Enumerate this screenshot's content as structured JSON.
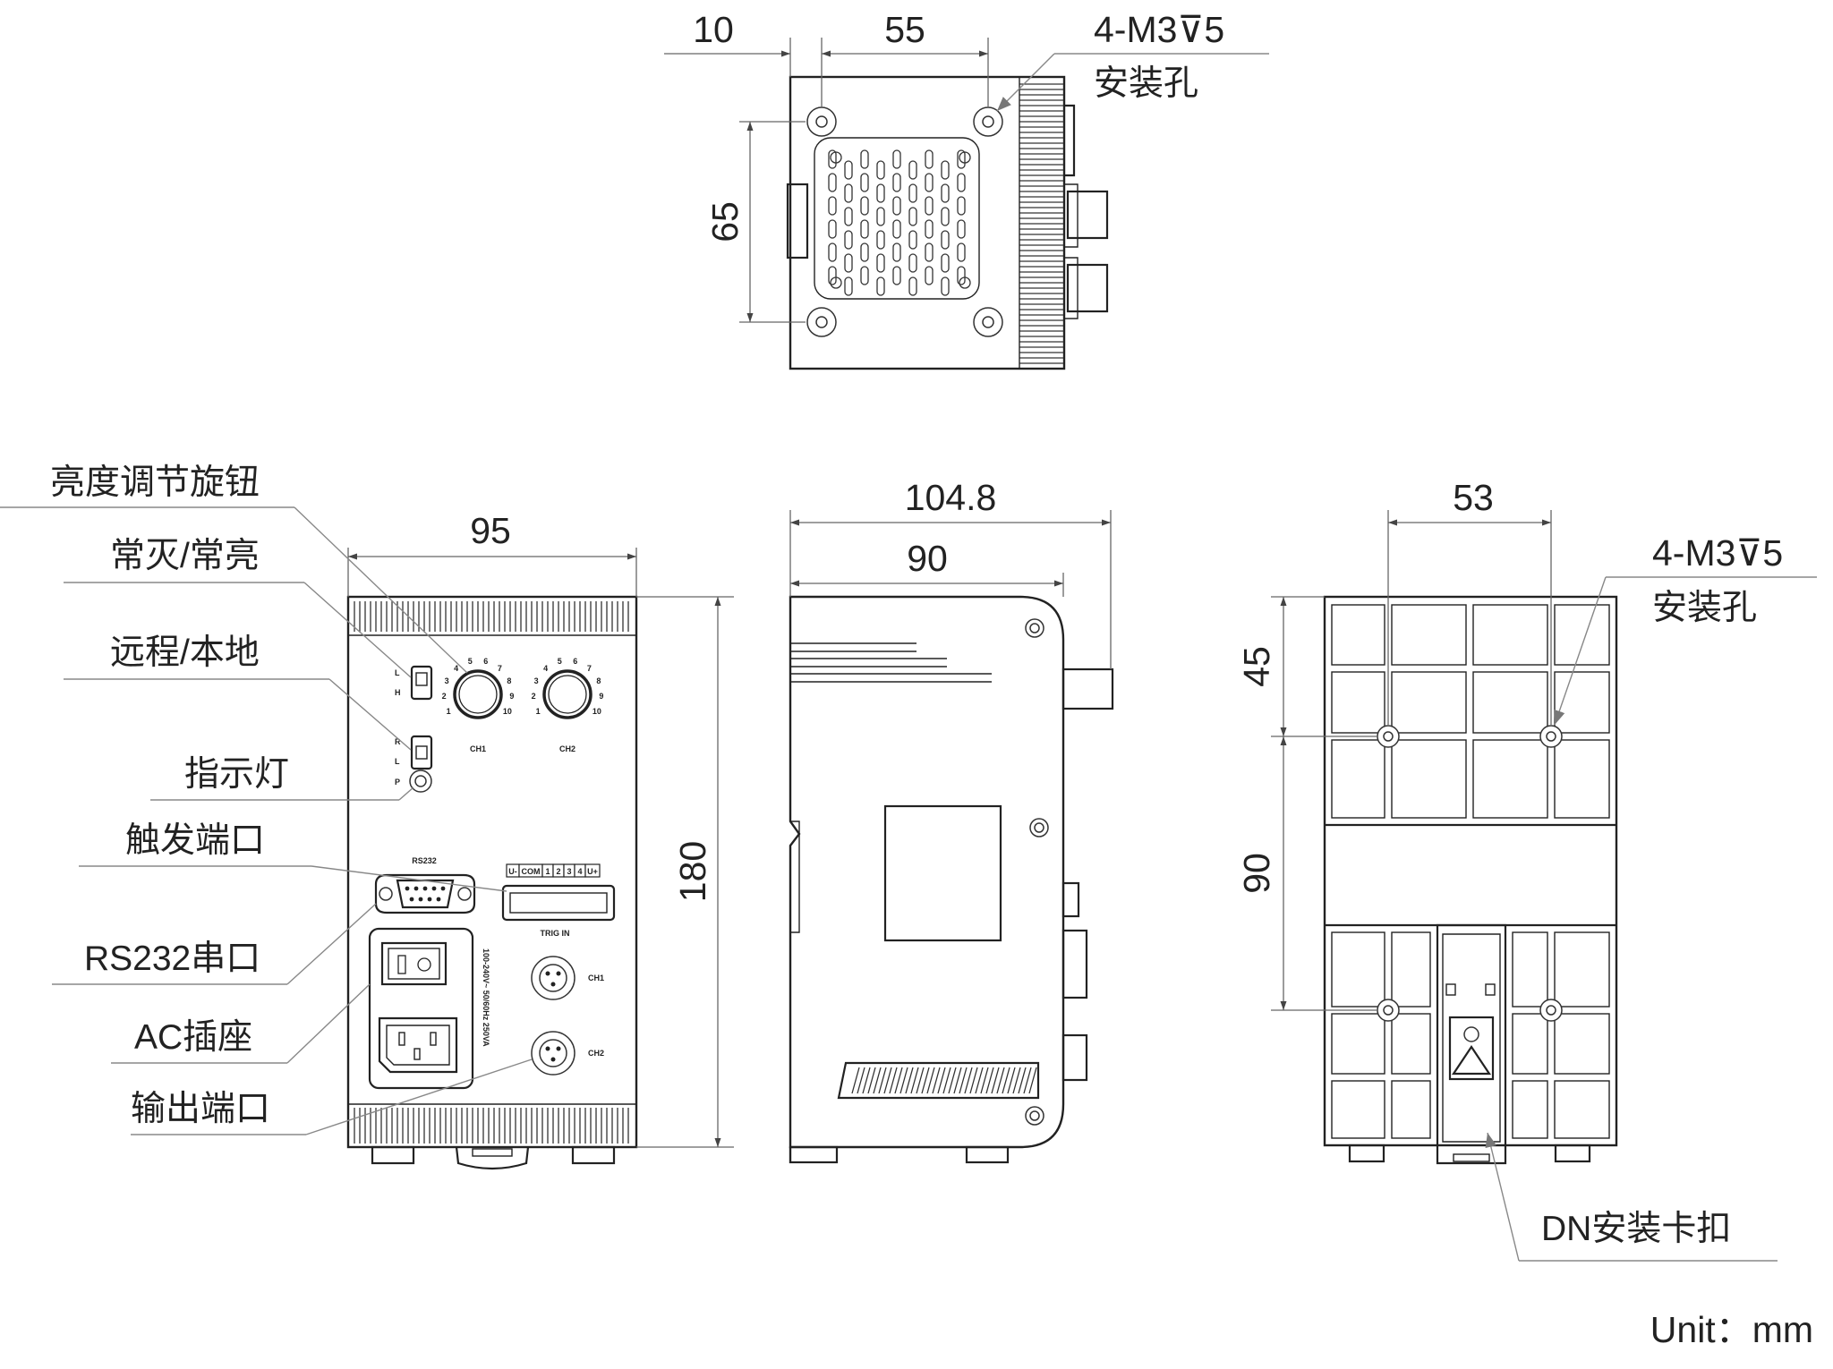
{
  "top_view": {
    "dim_offset": "10",
    "dim_hole_spacing_h": "55",
    "dim_hole_spacing_v": "65",
    "mount_hole_spec": "4-M3⊽5",
    "mount_hole_label": "安装孔"
  },
  "front_view": {
    "dim_width": "95",
    "dim_height": "180",
    "callouts": [
      "亮度调节旋钮",
      "常灭/常亮",
      "远程/本地",
      "指示灯",
      "触发端口",
      "RS232串口",
      "AC插座",
      "输出端口"
    ],
    "panel_text": {
      "switch1_top": "L",
      "switch1_bottom": "H",
      "switch2_top": "R",
      "switch2_bottom": "L",
      "indicator": "P",
      "knob1": "CH1",
      "knob2": "CH2",
      "knob_scale": [
        "1",
        "2",
        "3",
        "4",
        "5",
        "6",
        "7",
        "8",
        "9",
        "10"
      ],
      "rs232": "RS232",
      "trig_pins": [
        "U-",
        "COM",
        "1",
        "2",
        "3",
        "4",
        "U+"
      ],
      "trig_in": "TRIG IN",
      "out1": "CH1",
      "out2": "CH2",
      "power_rating": "100-240V~ 50/60Hz 250VA"
    }
  },
  "side_view": {
    "dim_depth_total": "104.8",
    "dim_depth_body": "90"
  },
  "rear_view": {
    "dim_hole_spacing_h": "53",
    "dim_top_offset": "45",
    "dim_hole_spacing_v": "90",
    "mount_hole_spec": "4-M3⊽5",
    "mount_hole_label": "安装孔",
    "din_clip_label": "DN安装卡扣"
  },
  "unit_label": "Unit：mm"
}
